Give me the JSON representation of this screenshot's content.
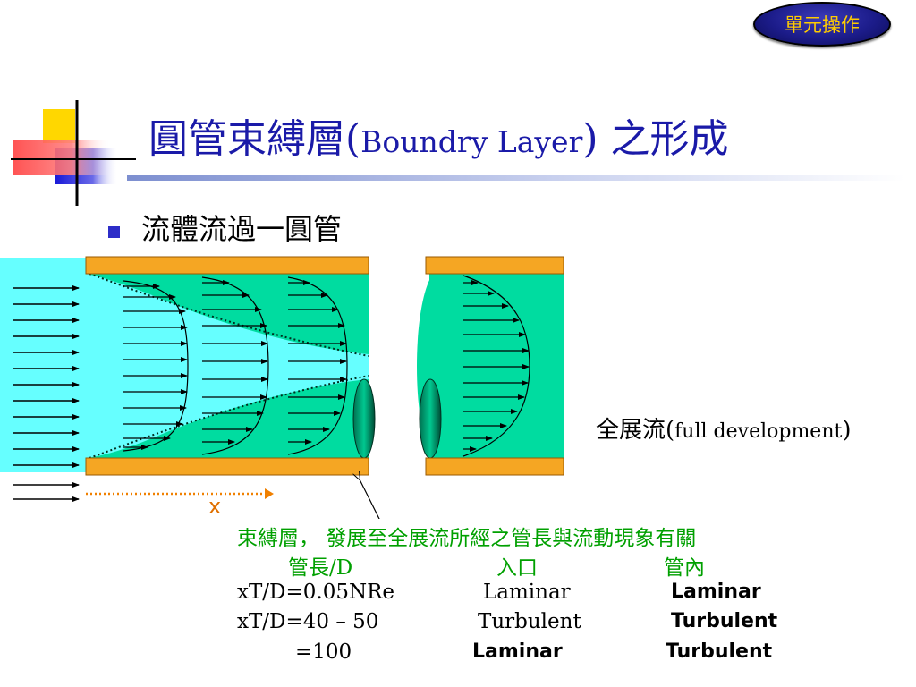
{
  "header": {
    "unit_button_label": "單元操作"
  },
  "title": {
    "prefix": "圓管束縛層(",
    "english": "Boundry Layer",
    "suffix": ") 之形成"
  },
  "bullet": {
    "text": "流體流過一圓管"
  },
  "diagram": {
    "full_development_cn": "全展流(",
    "full_development_en": "full development",
    "full_development_close": ")",
    "x_label": "x"
  },
  "caption": {
    "line1": "束縛層， 發展至全展流所經之管長與流動現象有關",
    "col_ratio": "管長/D",
    "col_inlet": "入口",
    "col_inside": "管內"
  },
  "rows": [
    {
      "ratio": "xT/D=0.05NRe",
      "inlet": "Laminar",
      "inside": "Laminar"
    },
    {
      "ratio": "xT/D=40 – 50",
      "inlet": "Turbulent",
      "inside": "Turbulent"
    },
    {
      "ratio": "=100",
      "inlet": "Laminar",
      "inside": "Turbulent"
    }
  ],
  "colors": {
    "title": "#1a1aa8",
    "fluid_core": "#66ffff",
    "boundary_layer": "#00dca0",
    "pipe_wall": "#f5a623",
    "caption": "#00a000",
    "x_label": "#e07000",
    "button_text": "#ffcc00"
  },
  "icons": {
    "bullet": "square-bullet",
    "logo": "square-blocks-logo"
  }
}
